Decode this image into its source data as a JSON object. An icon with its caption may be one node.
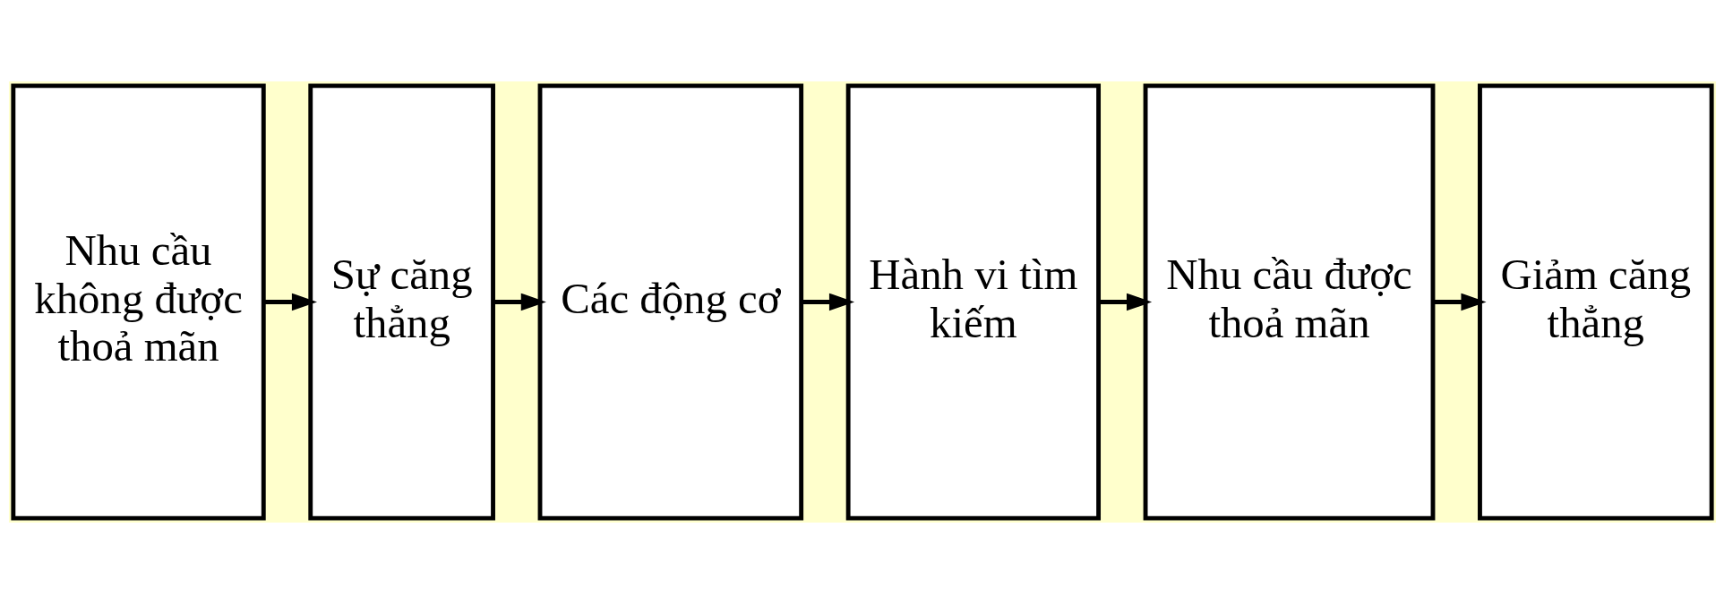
{
  "diagram": {
    "nodes": [
      {
        "text": [
          "Nhu cầu không được thoả mãn"
        ]
      },
      {
        "text": [
          "Sự căng thẳng"
        ]
      },
      {
        "text": [
          "Các động cơ"
        ]
      },
      {
        "text": [
          "Hành vi tìm kiếm"
        ]
      },
      {
        "text": [
          "Nhu cầu được thoả mãn"
        ]
      },
      {
        "text": [
          "Giảm căng thẳng"
        ]
      }
    ],
    "edges": [
      {
        "from": 0,
        "to": 1,
        "arrow": "to"
      },
      {
        "from": 1,
        "to": 2,
        "arrow": "to"
      },
      {
        "from": 2,
        "to": 3,
        "arrow": "to"
      },
      {
        "from": 3,
        "to": 4,
        "arrow": "to"
      },
      {
        "from": 4,
        "to": 5,
        "arrow": "to"
      }
    ]
  }
}
